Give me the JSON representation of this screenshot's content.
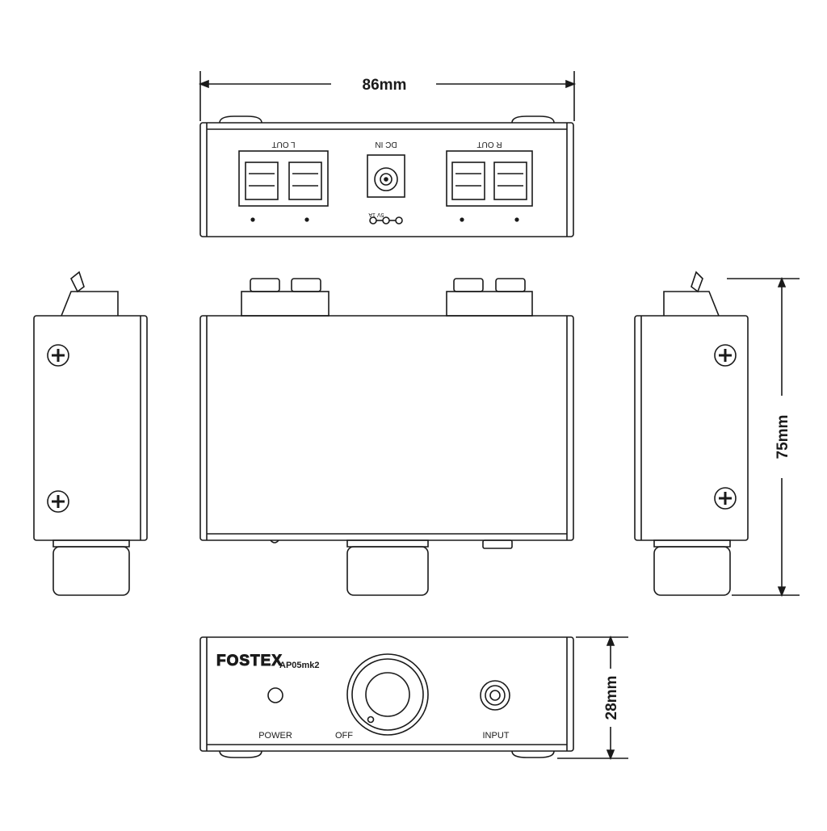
{
  "dimensions": {
    "width": "86mm",
    "height": "75mm",
    "depth": "28mm"
  },
  "rear_panel": {
    "l_out": "L OUT",
    "dc_in": "DC IN",
    "r_out": "R OUT",
    "dc_rating": "5V 1A"
  },
  "front_panel": {
    "brand": "FOSTEX",
    "model": "AP05mk2",
    "power": "POWER",
    "off": "OFF",
    "input": "INPUT"
  },
  "colors": {
    "line": "#1a1a1a",
    "background": "#ffffff"
  }
}
